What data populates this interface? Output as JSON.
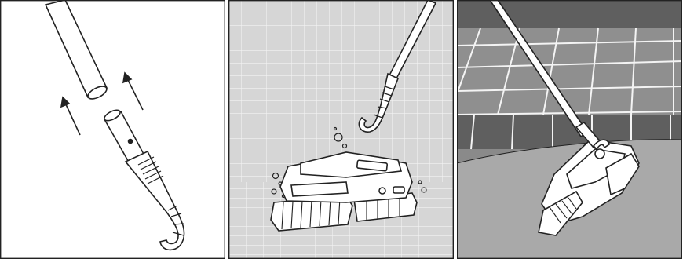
{
  "figure": {
    "panels": [
      {
        "id": 1,
        "scene": "pole-attach",
        "background": "#ffffff"
      },
      {
        "id": 2,
        "scene": "hook-approach-robot",
        "background": "#d6d6d6"
      },
      {
        "id": 3,
        "scene": "lift-robot-from-pool",
        "background": "#8f8f8f"
      }
    ]
  },
  "colors": {
    "line": "#222222",
    "tile_light": "#d6d6d6",
    "tile_grid": "#f2f2f2",
    "pool_wall_dark": "#5f5f5f",
    "pool_wall_mid": "#8a8a8a",
    "pool_floor": "#a9a9a9",
    "robot_fill": "#ffffff"
  },
  "icons": [
    "pole-icon",
    "hook-handle-icon",
    "arrow-up-icon",
    "robot-cleaner-icon",
    "bubbles-icon"
  ]
}
